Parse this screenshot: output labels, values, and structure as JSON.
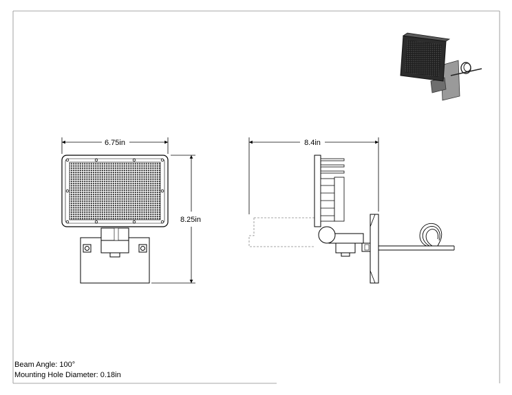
{
  "drawing": {
    "front_view": {
      "width_dimension": "6.75in",
      "height_dimension": "8.25in"
    },
    "side_view": {
      "depth_dimension": "8.4in"
    }
  },
  "notes": {
    "beam_angle": "Beam Angle: 100°",
    "mounting_hole": "Mounting Hole Diameter: 0.18in"
  },
  "colors": {
    "line": "#000000",
    "panel": "#ffffff",
    "thumbnail_body": "#3a3a3a",
    "thumbnail_bracket": "#8a8a8a"
  }
}
